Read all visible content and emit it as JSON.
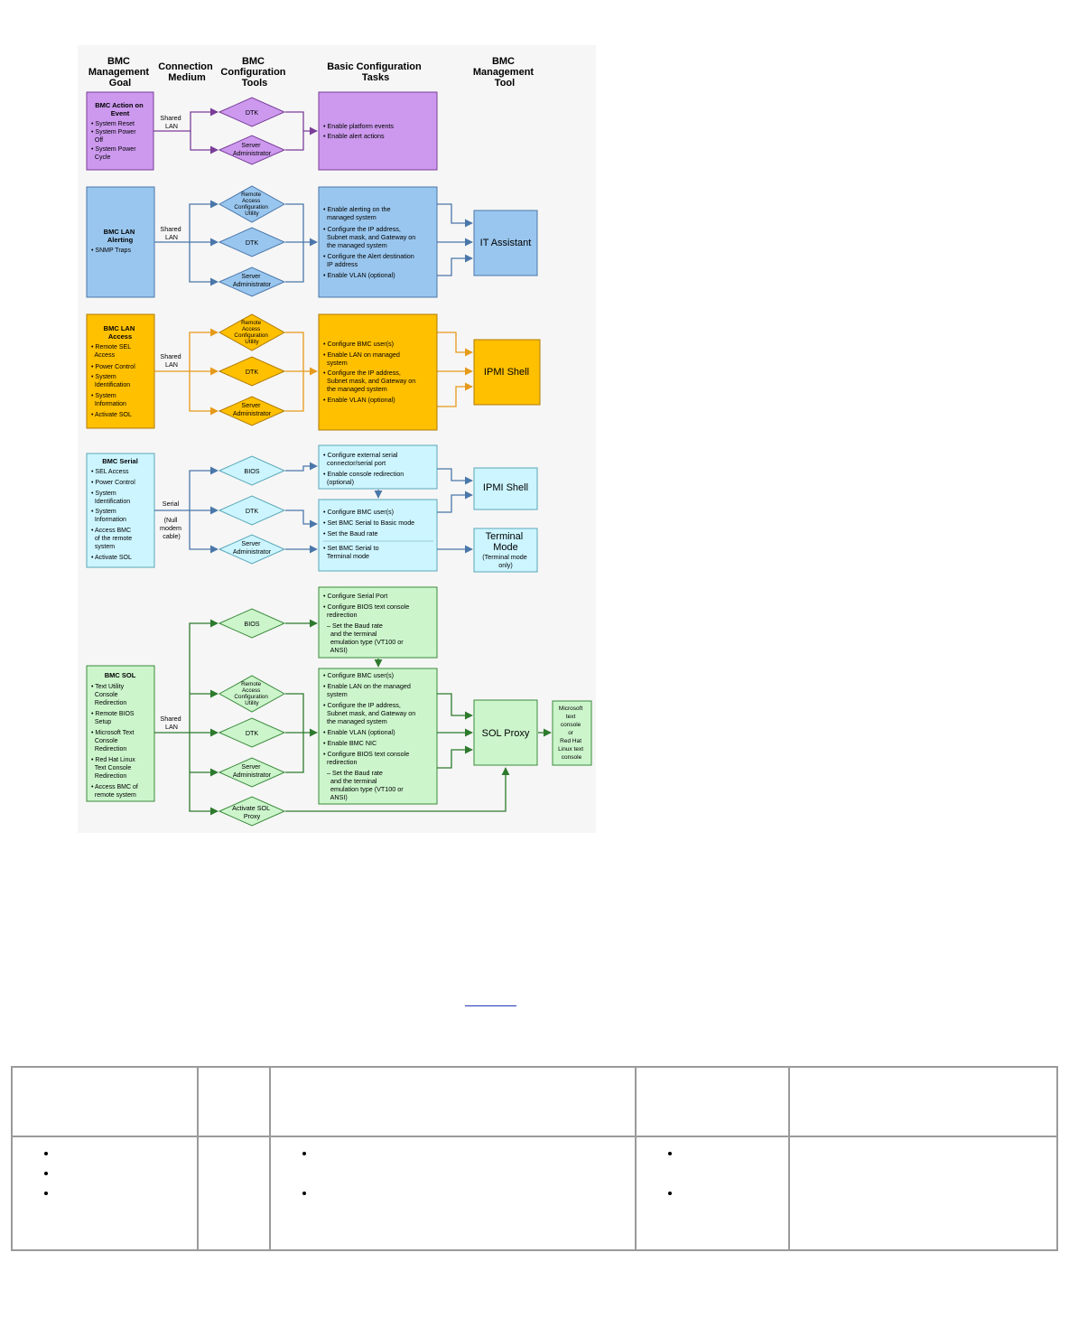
{
  "headers": {
    "goal": [
      "BMC",
      "Management",
      "Goal"
    ],
    "medium": [
      "Connection",
      "Medium"
    ],
    "tools": [
      "BMC",
      "Configuration",
      "Tools"
    ],
    "tasks": [
      "Basic Configuration",
      "Tasks"
    ],
    "mgmt": [
      "BMC",
      "Management",
      "Tool"
    ]
  },
  "sections": {
    "action": {
      "color": "#cc99ee",
      "stroke": "#7a3d99",
      "goal_title": [
        "BMC Action on",
        "Event"
      ],
      "goal_items": [
        "• System Reset",
        "• System Power",
        "  Off",
        "• System Power",
        "  Cycle"
      ],
      "medium": [
        "Shared",
        "LAN"
      ],
      "tools": [
        [
          "DTK"
        ],
        [
          "Server",
          "Administrator"
        ]
      ],
      "tasks": [
        "• Enable platform events",
        "• Enable alert actions"
      ]
    },
    "lanalert": {
      "color": "#99c6ee",
      "stroke": "#4a77aa",
      "goal_title": [
        "BMC LAN",
        "Alerting"
      ],
      "goal_items": [
        "• SNMP Traps"
      ],
      "medium": [
        "Shared",
        "LAN"
      ],
      "tools": [
        [
          "Remote",
          "Access",
          "Configuration",
          "Utility"
        ],
        [
          "DTK"
        ],
        [
          "Server",
          "Administrator"
        ]
      ],
      "tasks": [
        "• Enable alerting on the",
        "  managed system",
        "• Configure the IP address,",
        "  Subnet mask, and Gateway on",
        "  the managed system",
        "• Configure the Alert destination",
        "  IP address",
        "• Enable VLAN (optional)"
      ],
      "tool": [
        "IT Assistant"
      ]
    },
    "lanaccess": {
      "color": "#ffc000",
      "stroke": "#b07a00",
      "goal_title": [
        "BMC LAN",
        "Access"
      ],
      "goal_items": [
        "• Remote SEL",
        "  Access",
        "• Power Control",
        "• System",
        "  Identification",
        "• System",
        "  Information",
        "• Activate SOL"
      ],
      "medium": [
        "Shared",
        "LAN"
      ],
      "tools": [
        [
          "Remote",
          "Access",
          "Configuration",
          "Utility"
        ],
        [
          "DTK"
        ],
        [
          "Server",
          "Administrator"
        ]
      ],
      "tasks": [
        "• Configure BMC user(s)",
        "• Enable LAN on managed",
        "  system",
        "• Configure the IP address,",
        "  Subnet mask, and Gateway on",
        "  the managed system",
        "• Enable VLAN (optional)"
      ],
      "tool": [
        "IPMI Shell"
      ]
    },
    "serial": {
      "color": "#ccf5ff",
      "stroke": "#5aa6b8",
      "goal_title": [
        "BMC Serial"
      ],
      "goal_items": [
        "• SEL Access",
        "• Power Control",
        "• System",
        "  Identification",
        "• System",
        "  Information",
        "• Access BMC",
        "  of the remote",
        "  system",
        "• Activate SOL"
      ],
      "medium": [
        "Serial",
        "",
        "(Null",
        "modem",
        "cable)"
      ],
      "tools": [
        [
          "BIOS"
        ],
        [
          "DTK"
        ],
        [
          "Server",
          "Administrator"
        ]
      ],
      "tasks_top": [
        "• Configure external serial",
        "  connector/serial port",
        "• Enable console redirection",
        "  (optional)"
      ],
      "tasks_bottom": [
        "• Configure BMC user(s)",
        "• Set BMC Serial to Basic mode",
        "• Set the Baud rate",
        "• Set BMC Serial to",
        "  Terminal mode"
      ],
      "tool": [
        "IPMI Shell"
      ],
      "tool2": [
        "Terminal",
        "Mode",
        "(Terminal mode",
        "only)"
      ]
    },
    "sol": {
      "color": "#ccf5cc",
      "stroke": "#3a8a3a",
      "goal_title": [
        "BMC SOL"
      ],
      "goal_items": [
        "• Text Utility",
        "  Console",
        "  Redirection",
        "• Remote BIOS",
        "  Setup",
        "• Microsoft Text",
        "  Console",
        "  Redirection",
        "• Red Hat Linux",
        "  Text Console",
        "  Redirection",
        "• Access BMC of",
        "  remote system"
      ],
      "medium": [
        "Shared",
        "LAN"
      ],
      "tools": [
        [
          "BIOS"
        ],
        [
          "Remote",
          "Access",
          "Configuration",
          "Utility"
        ],
        [
          "DTK"
        ],
        [
          "Server",
          "Administrator"
        ],
        [
          "Activate SOL",
          "Proxy"
        ]
      ],
      "tasks_top": [
        "• Configure Serial Port",
        "• Configure BIOS text console",
        "  redirection",
        "  – Set the Baud rate",
        "    and the terminal",
        "    emulation type (VT100 or",
        "    ANSI)"
      ],
      "tasks_bottom": [
        "• Configure BMC user(s)",
        "• Enable LAN on the managed",
        "  system",
        "• Configure the IP address,",
        "  Subnet mask, and Gateway on",
        "  the managed system",
        "• Enable VLAN (optional)",
        "• Enable BMC NIC",
        "• Configure BIOS text console",
        "  redirection",
        "  – Set the Baud rate",
        "    and the terminal",
        "    emulation type (VT100 or",
        "    ANSI)"
      ],
      "tool": [
        "SOL Proxy"
      ],
      "tool2": [
        "Microsoft",
        "text",
        "console",
        "or",
        "Red Hat",
        "Linux text",
        "console"
      ]
    }
  }
}
